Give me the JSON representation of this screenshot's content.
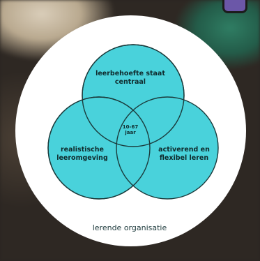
{
  "diagram": {
    "sets": [
      {
        "id": "top",
        "label": "leerbehoefte staat centraal"
      },
      {
        "id": "left",
        "label": "realistische leeromgeving"
      },
      {
        "id": "right",
        "label": "activerend en flexibel leren"
      }
    ],
    "center_label": "10-67 jaar",
    "footer_label": "lerende organisatie"
  },
  "colors": {
    "circle_fill": "#49d2db",
    "circle_stroke": "#1b3b3c",
    "frame": "#ffffff",
    "text": "#0f2a2c"
  }
}
